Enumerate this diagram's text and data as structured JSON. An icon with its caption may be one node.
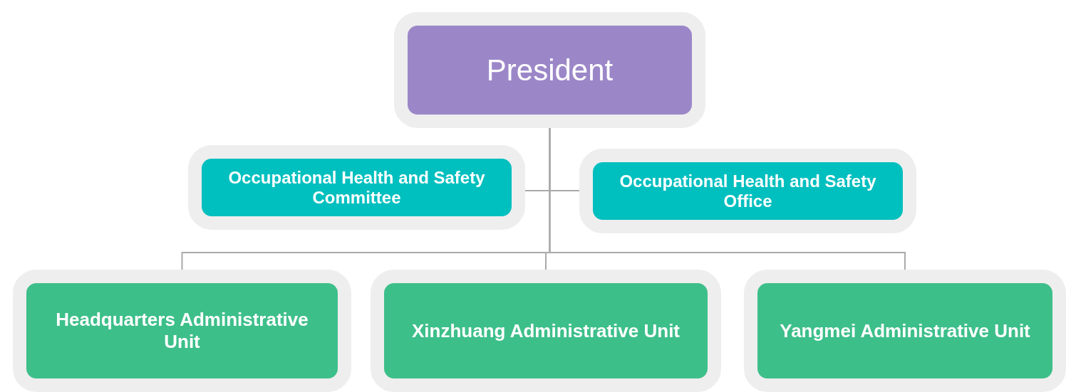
{
  "diagram": {
    "nodes": [
      {
        "text": [
          "President"
        ]
      },
      {
        "text": [
          "Occupational Health and Safety Committee"
        ]
      },
      {
        "text": [
          "Occupational Health and Safety Office"
        ]
      },
      {
        "text": [
          "Headquarters Administrative Unit"
        ]
      },
      {
        "text": [
          "Xinzhuang Administrative Unit"
        ]
      },
      {
        "text": [
          "Yangmei Administrative Unit"
        ]
      }
    ],
    "edges": [
      {
        "from": 0,
        "to": 1,
        "arrow": "none"
      },
      {
        "from": 0,
        "to": 2,
        "arrow": "none"
      },
      {
        "from": 0,
        "to": 3,
        "arrow": "none"
      },
      {
        "from": 0,
        "to": 4,
        "arrow": "none"
      },
      {
        "from": 0,
        "to": 5,
        "arrow": "none"
      }
    ]
  }
}
